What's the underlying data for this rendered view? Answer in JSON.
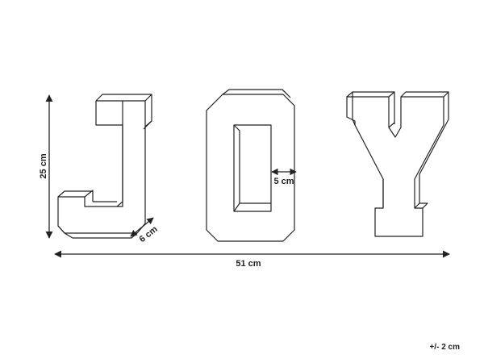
{
  "letters": [
    "J",
    "O",
    "Y"
  ],
  "dimensions": {
    "height": "25 cm",
    "width": "51 cm",
    "depth": "6 cm",
    "inner_width": "5 cm"
  },
  "tolerance": "+/- 2 cm",
  "colors": {
    "line": "#222222",
    "background": "#ffffff"
  }
}
